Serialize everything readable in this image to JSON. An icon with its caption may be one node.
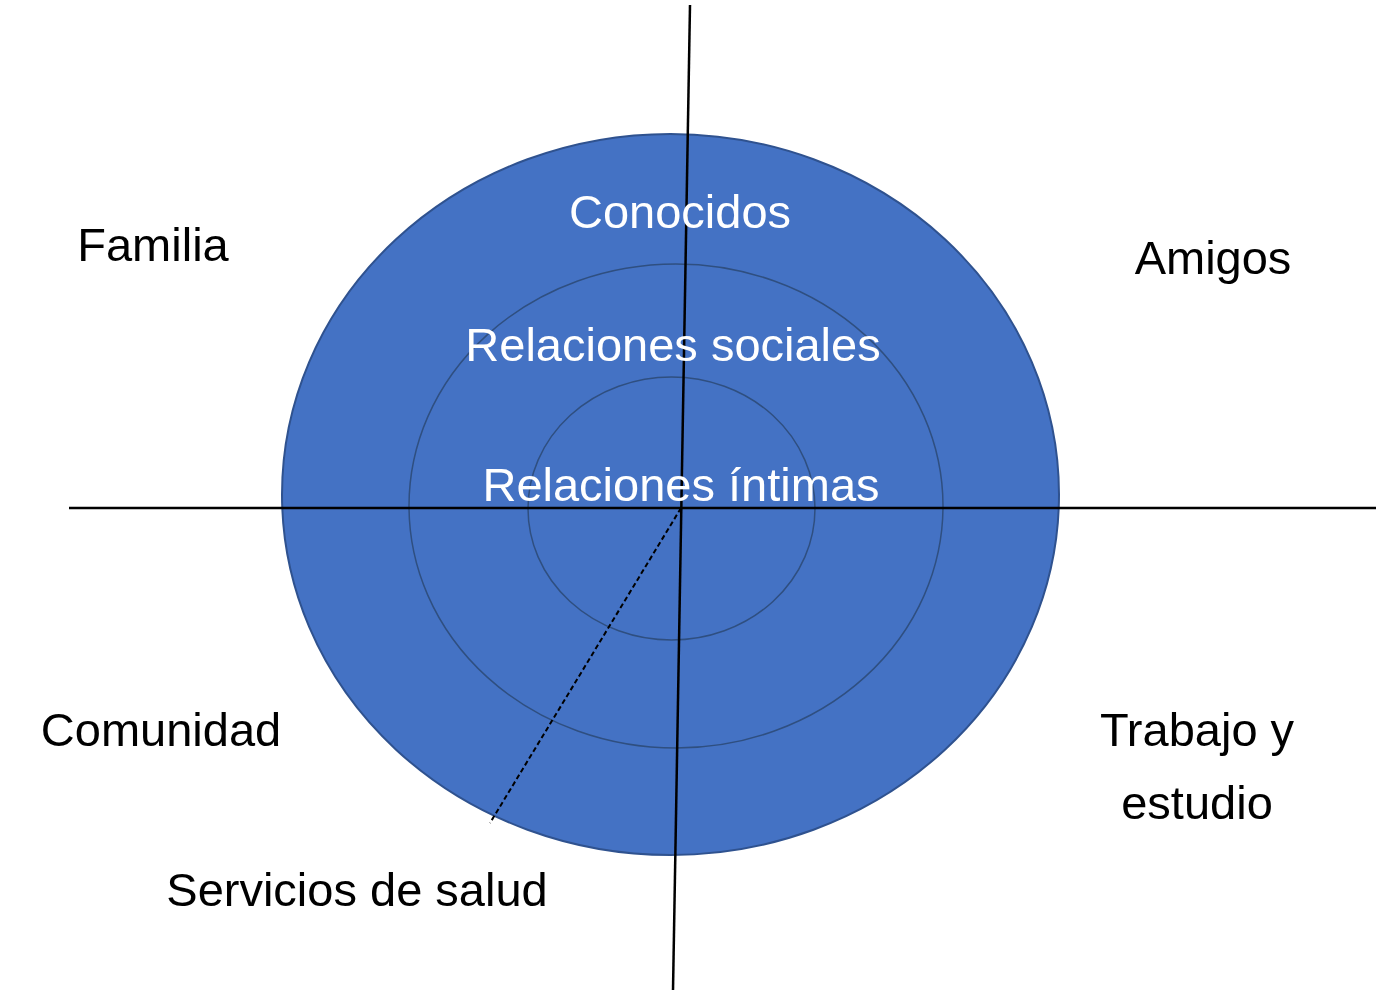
{
  "diagram": {
    "nodes": [
      {
        "text": [
          "Conocidos"
        ]
      },
      {
        "text": [
          "Relaciones sociales"
        ],
        "in": 0
      },
      {
        "text": [
          "Relaciones íntimas"
        ],
        "in": 1
      }
    ],
    "labels": [
      "Familia",
      "Amigos",
      "Comunidad",
      "Trabajo y estudio",
      "Servicios de salud"
    ]
  }
}
